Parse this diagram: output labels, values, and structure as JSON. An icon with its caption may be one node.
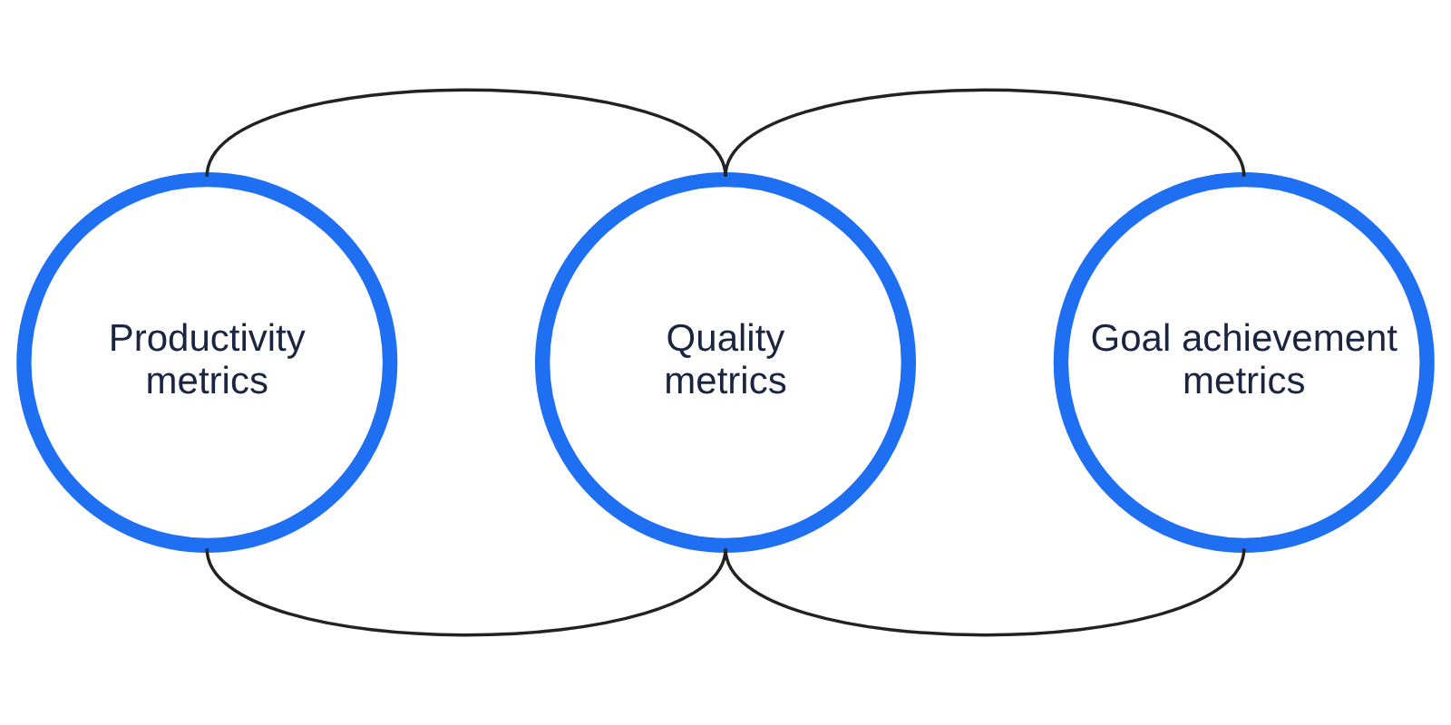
{
  "diagram": {
    "nodes": [
      {
        "text": [
          "Productivity metrics"
        ]
      },
      {
        "text": [
          "Quality metrics"
        ]
      },
      {
        "text": [
          "Goal achievement metrics"
        ]
      }
    ],
    "edges": [
      {
        "from": 0,
        "to": 1,
        "arrow": "none"
      },
      {
        "from": 0,
        "to": 1,
        "arrow": "none"
      },
      {
        "from": 1,
        "to": 2,
        "arrow": "none"
      },
      {
        "from": 1,
        "to": 2,
        "arrow": "none"
      }
    ]
  }
}
